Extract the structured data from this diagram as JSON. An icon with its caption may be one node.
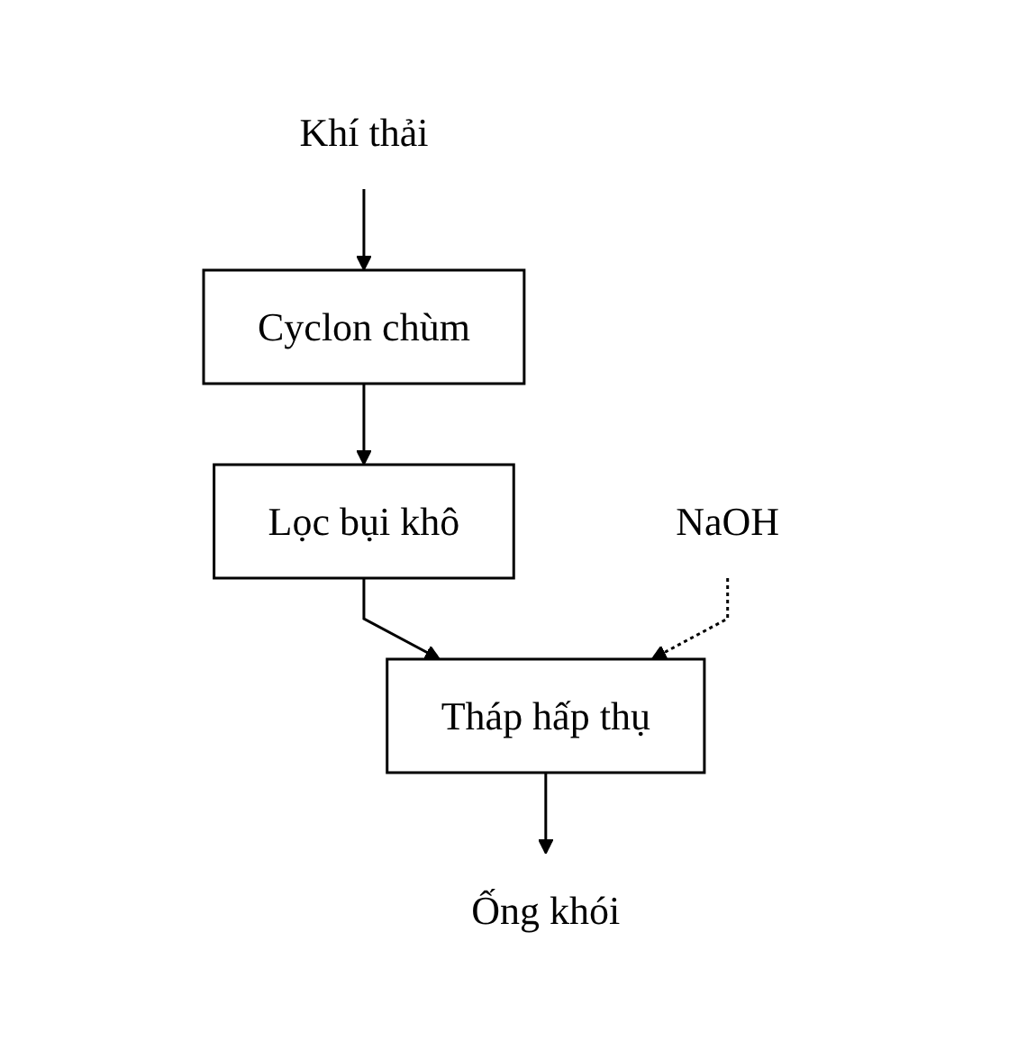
{
  "diagram": {
    "nodes": [
      {
        "text": [
          "Khí thải"
        ]
      },
      {
        "text": [
          "Cyclon chùm"
        ]
      },
      {
        "text": [
          "Lọc bụi khô"
        ]
      },
      {
        "text": [
          "NaOH"
        ]
      },
      {
        "text": [
          "Tháp hấp thụ"
        ]
      },
      {
        "text": [
          "Ống khói"
        ]
      }
    ],
    "edges": [
      {
        "from": 0,
        "to": 1,
        "arrow": "to"
      },
      {
        "from": 1,
        "to": 2,
        "arrow": "to"
      },
      {
        "from": 2,
        "to": 4,
        "arrow": "to"
      },
      {
        "from": 3,
        "to": 4,
        "arrow": "to",
        "style": "dashed"
      },
      {
        "from": 4,
        "to": 5,
        "arrow": "to"
      }
    ]
  }
}
